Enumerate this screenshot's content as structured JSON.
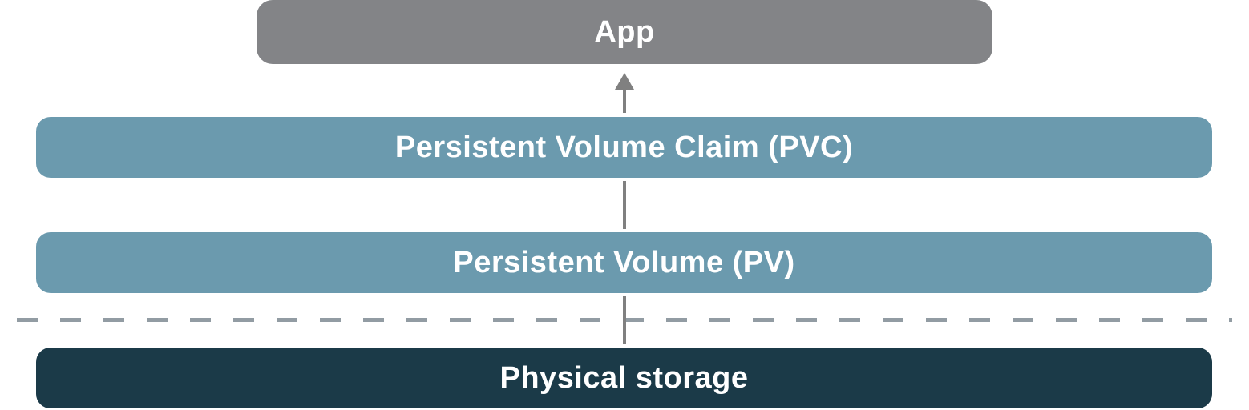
{
  "diagram": {
    "layers": [
      {
        "id": "app",
        "label": "App",
        "color": "#838487"
      },
      {
        "id": "pvc",
        "label": "Persistent Volume Claim (PVC)",
        "color": "#6b9aae"
      },
      {
        "id": "pv",
        "label": "Persistent Volume (PV)",
        "color": "#6b9aae"
      },
      {
        "id": "storage",
        "label": "Physical storage",
        "color": "#1b3a48"
      }
    ],
    "connector_color": "#808080",
    "divider_color": "#929ca3"
  }
}
